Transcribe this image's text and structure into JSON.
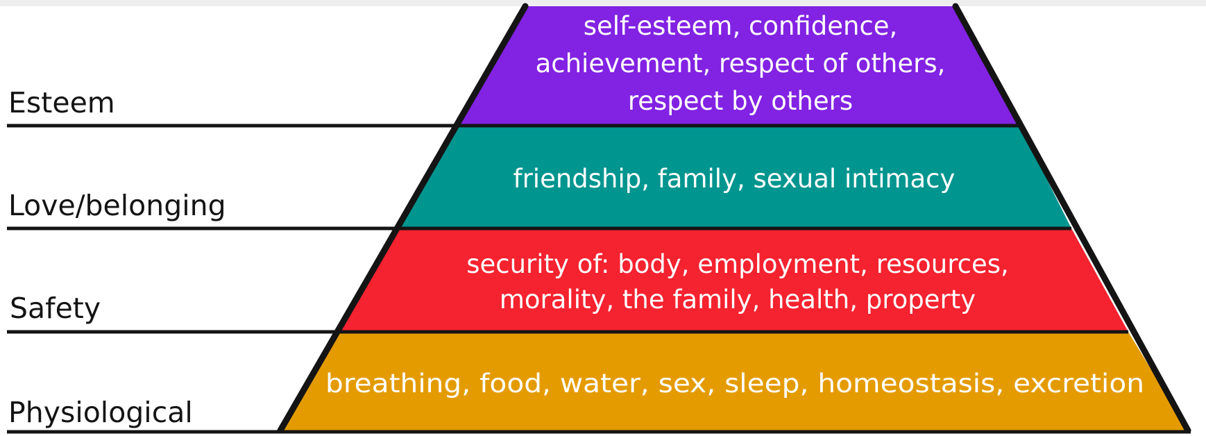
{
  "levels": [
    {
      "name": "Esteem",
      "lines": [
        "self-esteem, confidence,",
        "achievement, respect of others,",
        "respect by others"
      ],
      "color": "#8222e3"
    },
    {
      "name": "Love/belonging",
      "lines": [
        "friendship, family, sexual intimacy"
      ],
      "color": "#00958f"
    },
    {
      "name": "Safety",
      "lines": [
        "security of: body, employment, resources,",
        "morality, the family, health, property"
      ],
      "color": "#f5222f"
    },
    {
      "name": "Physiological",
      "lines": [
        "breathing, food, water, sex, sleep, homeostasis, excretion"
      ],
      "color": "#e49b00"
    }
  ],
  "colors": {
    "outline": "#141414",
    "background": "#ffffff",
    "top_banner": "#eeeeee",
    "text_on_tier": "#ffffff"
  }
}
